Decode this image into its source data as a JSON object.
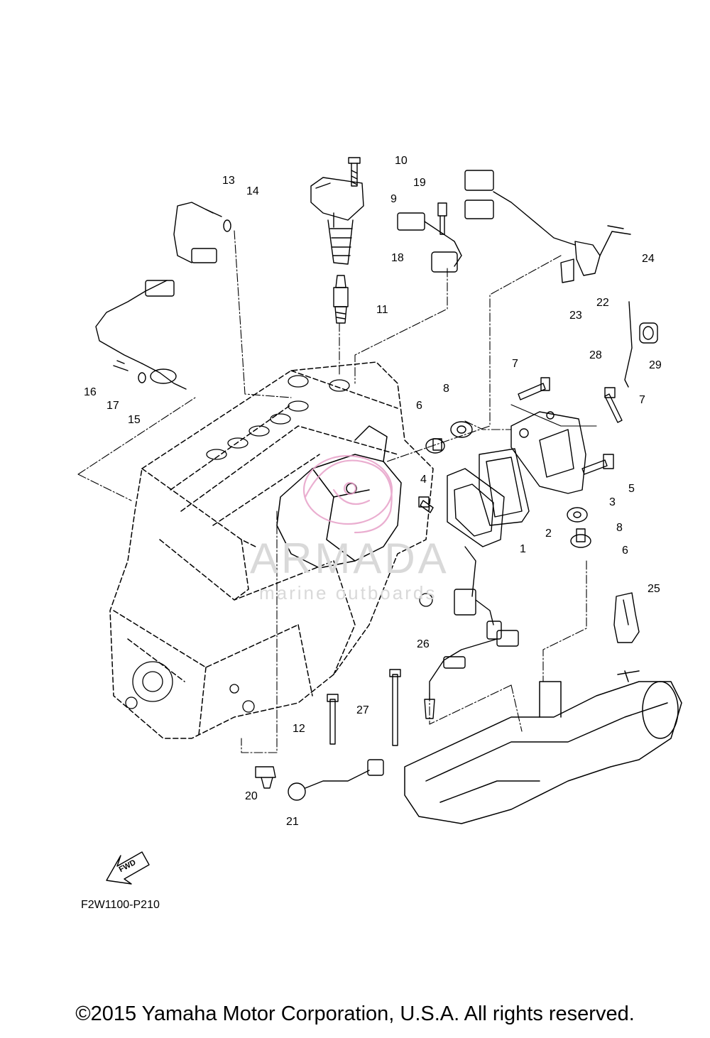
{
  "watermark": {
    "name": "ARMADA",
    "tagline": "marine outboards",
    "color": "#e7a0c8"
  },
  "fwd_label": "FWD",
  "diagram_code": "F2W1100-P210",
  "copyright": "©2015 Yamaha Motor Corporation, U.S.A. All rights reserved.",
  "callouts": {
    "c1": "1",
    "c2": "2",
    "c3": "3",
    "c4": "4",
    "c5": "5",
    "c6a": "6",
    "c6b": "6",
    "c7a": "7",
    "c7b": "7",
    "c8a": "8",
    "c8b": "8",
    "c9": "9",
    "c10": "10",
    "c11": "11",
    "c12": "12",
    "c13": "13",
    "c14": "14",
    "c15": "15",
    "c16": "16",
    "c17": "17",
    "c18": "18",
    "c19": "19",
    "c20": "20",
    "c21": "21",
    "c22": "22",
    "c23": "23",
    "c24": "24",
    "c25": "25",
    "c26": "26",
    "c27": "27",
    "c28": "28",
    "c29": "29"
  }
}
